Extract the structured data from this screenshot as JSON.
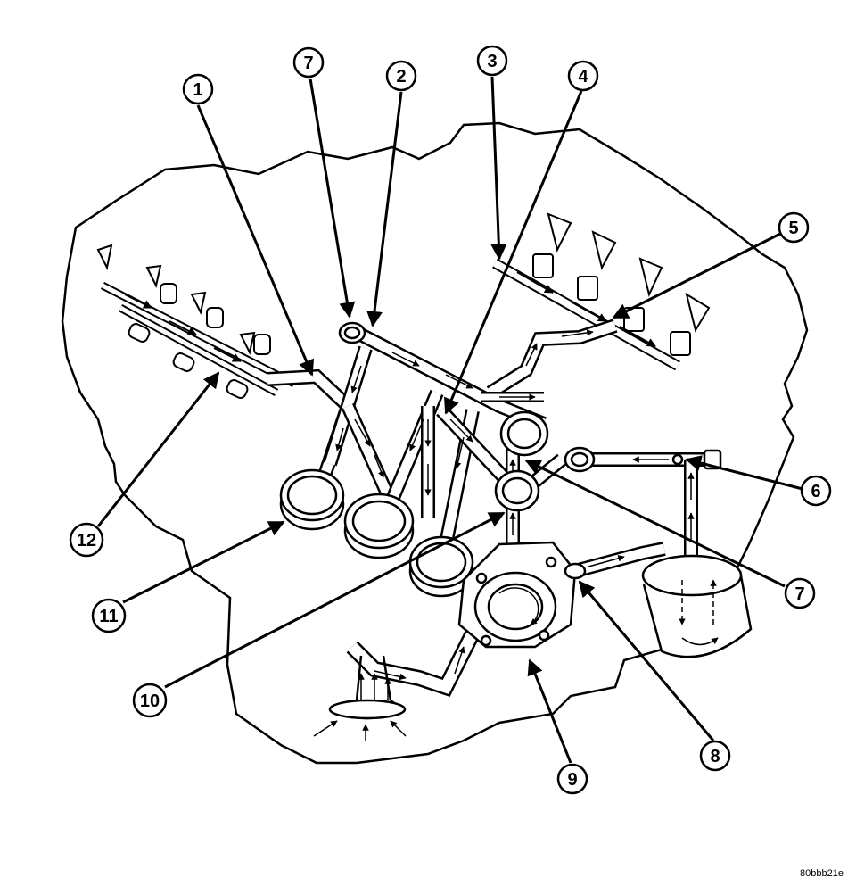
{
  "callouts": [
    {
      "id": "c1",
      "label": "1"
    },
    {
      "id": "c7a",
      "label": "7"
    },
    {
      "id": "c2",
      "label": "2"
    },
    {
      "id": "c3",
      "label": "3"
    },
    {
      "id": "c4",
      "label": "4"
    },
    {
      "id": "c5",
      "label": "5"
    },
    {
      "id": "c6",
      "label": "6"
    },
    {
      "id": "c7b",
      "label": "7"
    },
    {
      "id": "c8",
      "label": "8"
    },
    {
      "id": "c9",
      "label": "9"
    },
    {
      "id": "c10",
      "label": "10"
    },
    {
      "id": "c11",
      "label": "11"
    },
    {
      "id": "c12",
      "label": "12"
    }
  ],
  "reference_code": "80bbb21e",
  "colors": {
    "line": "#000000",
    "fill": "#ffffff",
    "shade": "#d8d8d8"
  }
}
